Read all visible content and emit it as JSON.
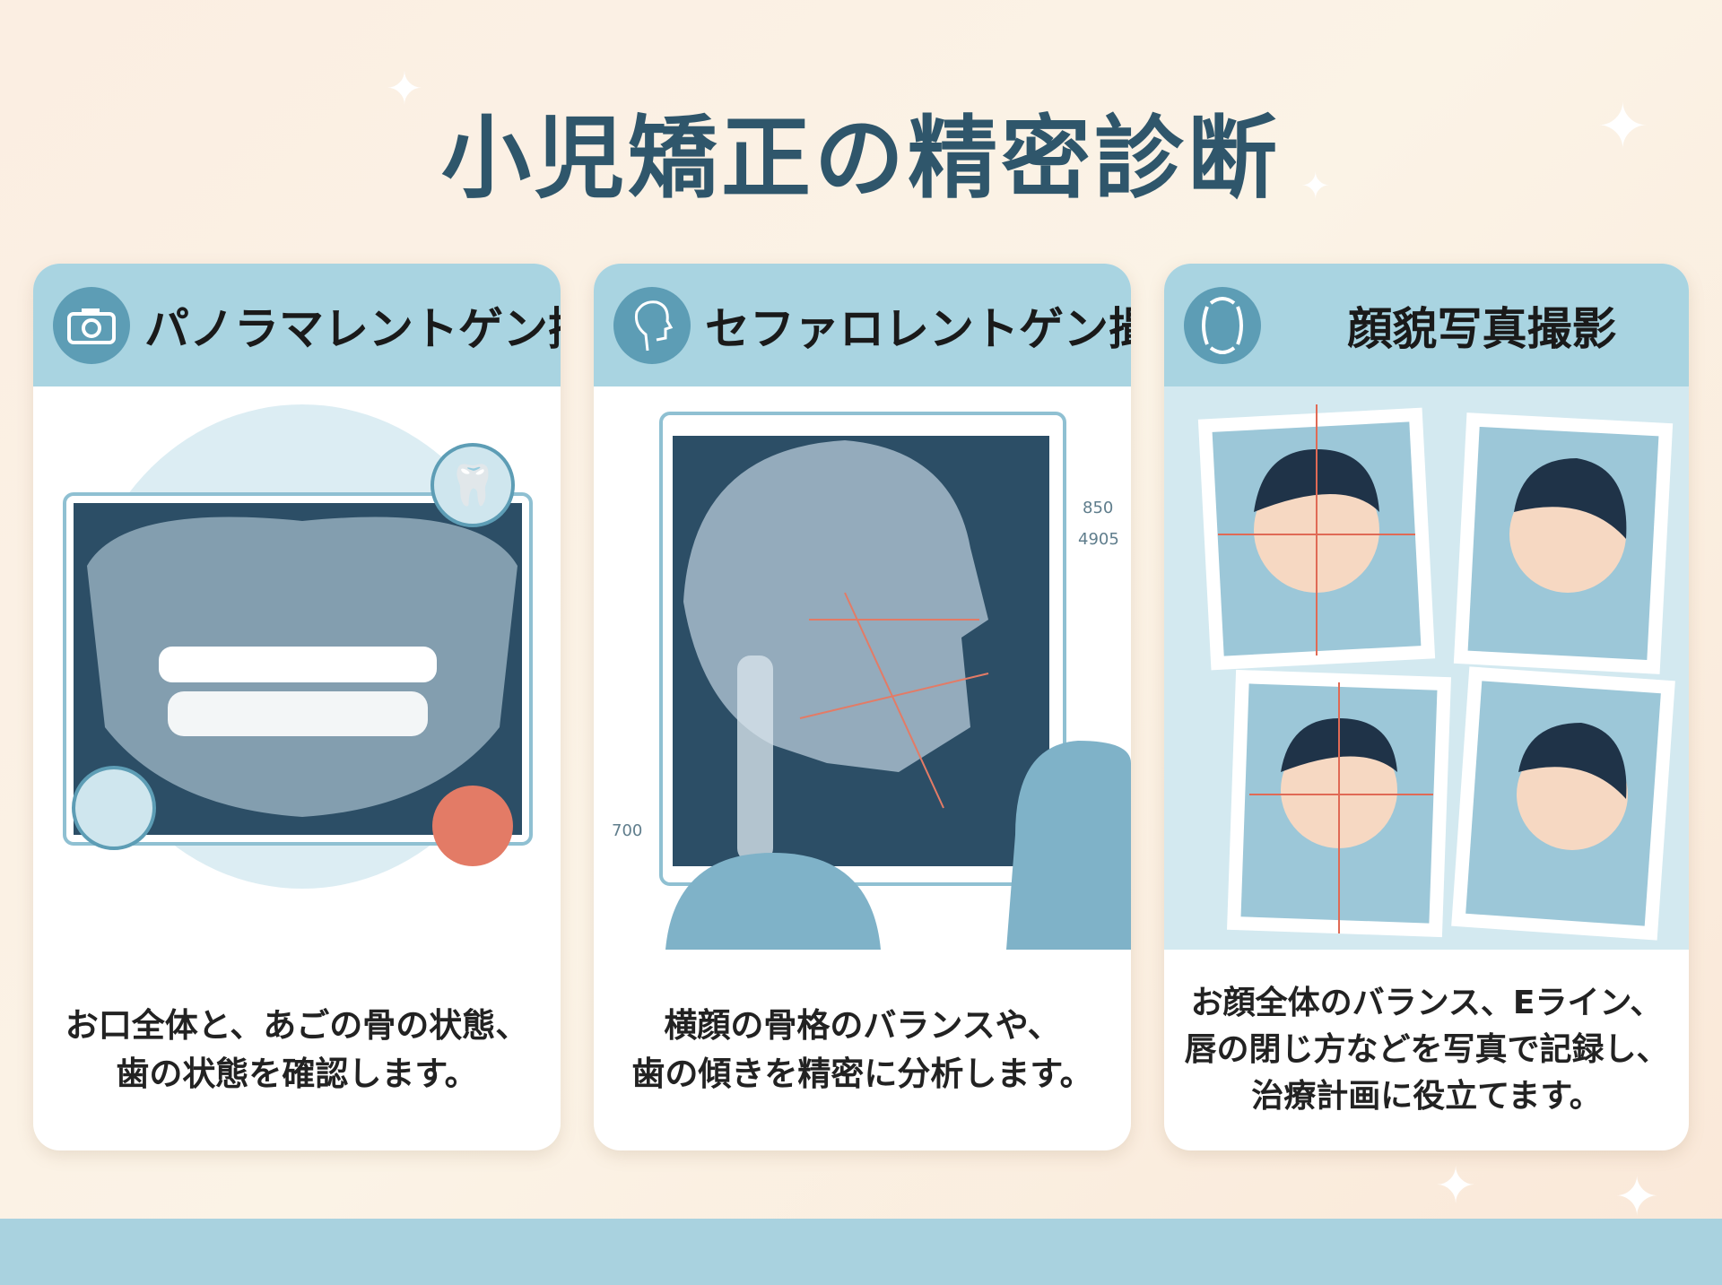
{
  "title": "小児矯正の精密診断",
  "cards": [
    {
      "label": "パノラマレントゲン撮影",
      "icon": "camera-icon",
      "desc1": "お口全体と、あごの骨の状態、",
      "desc2": "歯の状態を確認します。"
    },
    {
      "label": "セファロレントゲン撮影",
      "icon": "head-profile-icon",
      "desc1": "横顔の骨格のバランスや、",
      "desc2": "歯の傾きを精密に分析します。",
      "measure1": "850",
      "measure2": "4905",
      "measure3": "700"
    },
    {
      "label": "顔貌写真撮影",
      "icon": "face-outline-icon",
      "desc1": "お顔全体のバランス、Eライン、",
      "desc2": "唇の閉じ方などを写真で記録し、",
      "desc3": "治療計画に役立てます。"
    }
  ],
  "colors": {
    "header": "#a9d4e1",
    "accent": "#5d9db5",
    "title": "#2f566b"
  }
}
